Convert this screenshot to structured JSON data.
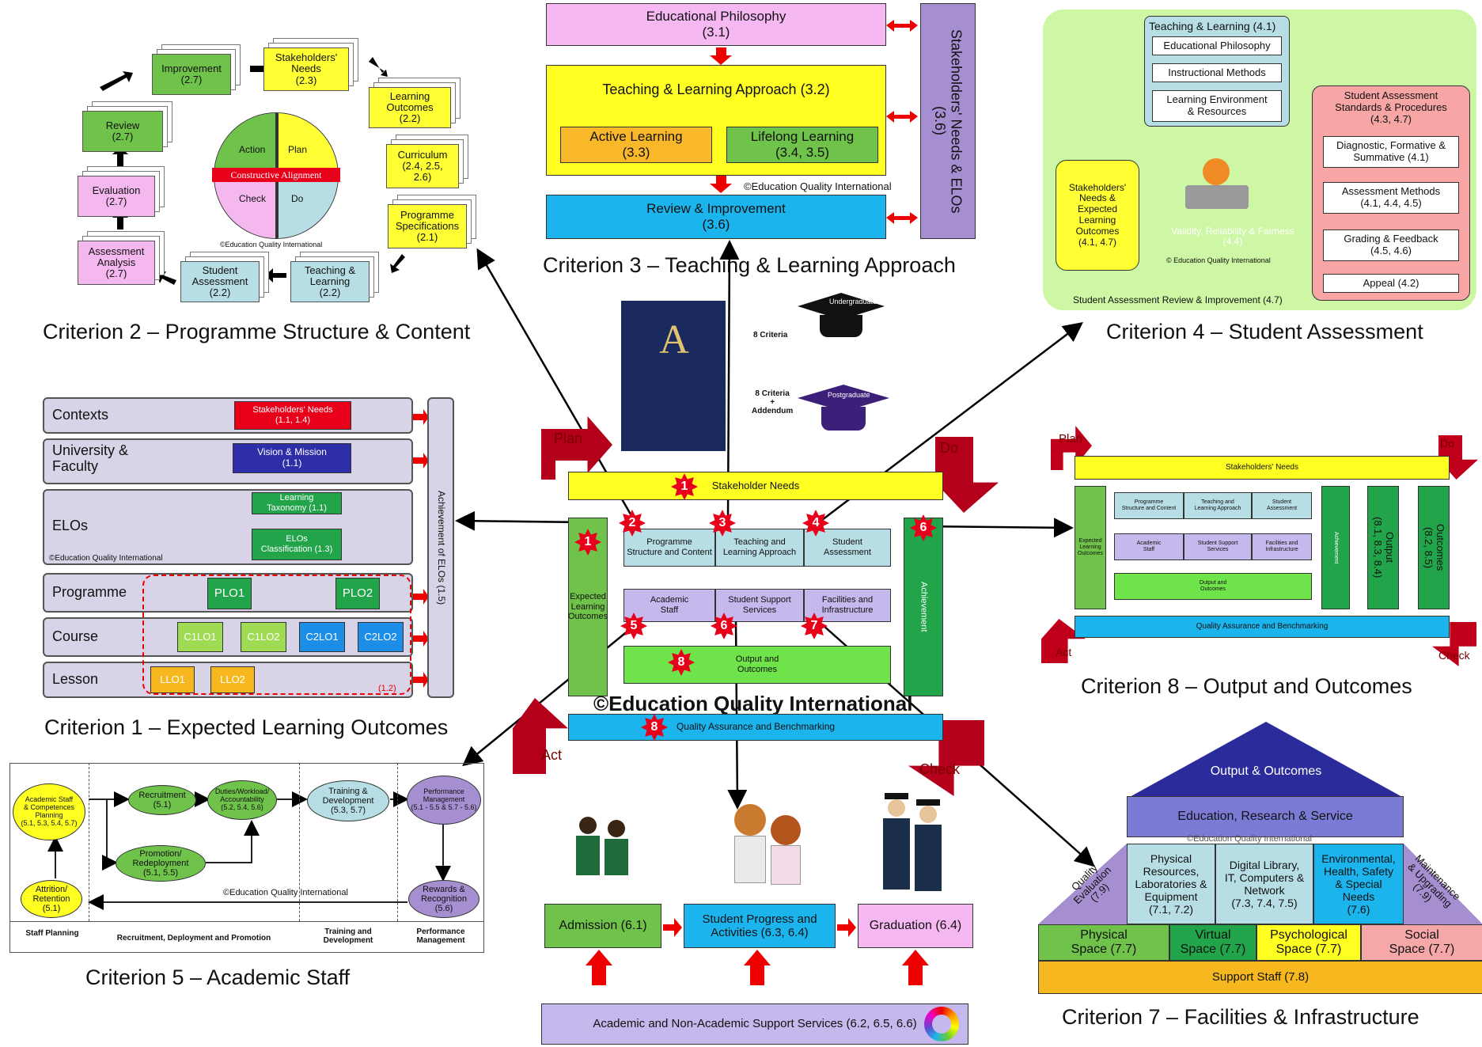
{
  "captions": {
    "c1": "Criterion 1 – Expected Learning Outcomes",
    "c2": "Criterion 2 – Programme Structure & Content",
    "c3": "Criterion 3 – Teaching & Learning Approach",
    "c4": "Criterion 4 – Student Assessment",
    "c5": "Criterion 5 – Academic Staff",
    "c7": "Criterion 7 – Facilities & Infrastructure",
    "c8": "Criterion 8 – Output and Outcomes"
  },
  "copyright": "©Education Quality International",
  "c2": {
    "improvement": "Improvement\n(2.7)",
    "stakeholders": "Stakeholders'\nNeeds\n(2.3)",
    "learning_outcomes": "Learning\nOutcomes\n(2.2)",
    "curriculum": "Curriculum\n(2.4, 2.5,\n2.6)",
    "prog_spec": "Programme\nSpecifications\n(2.1)",
    "teaching": "Teaching &\nLearning\n(2.2)",
    "student_assessment": "Student\nAssessment\n(2.2)",
    "assessment_analysis": "Assessment\nAnalysis\n(2.7)",
    "evaluation": "Evaluation\n(2.7)",
    "review": "Review\n(2.7)",
    "pdca": {
      "action": "Action",
      "plan": "Plan",
      "check": "Check",
      "do": "Do",
      "band": "Constructive Alignment"
    },
    "copyright": "©Education Quality International"
  },
  "c3": {
    "philosophy": "Educational Philosophy\n(3.1)",
    "approach": "Teaching & Learning Approach (3.2)",
    "active": "Active Learning\n(3.3)",
    "lifelong": "Lifelong Learning\n(3.4, 3.5)",
    "copyright": "©Education Quality International",
    "review": "Review & Improvement\n(3.6)",
    "stakeholders": "Stakeholders' Needs & ELOs\n(3.6)"
  },
  "c4": {
    "tl_title": "Teaching & Learning (4.1)",
    "philosophy": "Educational Philosophy",
    "methods": "Instructional Methods",
    "environment": "Learning Environment\n& Resources",
    "stakeholders": "Stakeholders'\nNeeds &\nExpected\nLearning\nOutcomes\n(4.1, 4.7)",
    "std_title": "Student Assessment\nStandards & Procedures\n(4.3, 4.7)",
    "diagnostic": "Diagnostic, Formative &\nSummative (4.1)",
    "methods2": "Assessment Methods\n(4.1, 4.4, 4.5)",
    "grading": "Grading & Feedback\n(4.5, 4.6)",
    "appeal": "Appeal (4.2)",
    "validity": "Validity, Reliability & Fairness\n(4.4)",
    "copyright": "© Education Quality International",
    "review": "Student Assessment Review & Improvement (4.7)"
  },
  "c1": {
    "rows": [
      "Contexts",
      "University &\nFaculty",
      "ELOs",
      "Programme",
      "Course",
      "Lesson"
    ],
    "stake": "Stakeholders' Needs\n(1.1, 1.4)",
    "vision": "Vision & Mission\n(1.1)",
    "taxonomy": "Learning\nTaxonomy (1.1)",
    "classification": "ELOs\nClassification (1.3)",
    "plo1": "PLO1",
    "plo2": "PLO2",
    "c1lo1": "C1LO1",
    "c1lo2": "C1LO2",
    "c2lo1": "C2LO1",
    "c2lo2": "C2LO2",
    "llo1": "LLO1",
    "llo2": "LLO2",
    "ref": "(1.2)",
    "side": "Achievement of ELOs (1.5)",
    "copyright": "©Education Quality International"
  },
  "center": {
    "undergrad_label": "Undergraduate",
    "postgrad_label": "Postgraduate",
    "eight": "8 Criteria",
    "eight_plus": "8 Criteria\n+\nAddendum",
    "plan": "Plan",
    "do": "Do",
    "check": "Check",
    "act": "Act",
    "stakeholder_needs": "Stakeholder Needs",
    "elo": "Expected\nLearning\nOutcomes",
    "achievement": "Achievement",
    "prog": "Programme\nStructure and Content",
    "tl": "Teaching and\nLearning Approach",
    "sa": "Student\nAssessment",
    "staff": "Academic\nStaff",
    "support": "Student Support\nServices",
    "facilities": "Facilities and\nInfrastructure",
    "output": "Output and\nOutcomes",
    "qa": "Quality Assurance and Benchmarking",
    "copyright": "©Education Quality International",
    "stars": [
      "1",
      "2",
      "3",
      "4",
      "5",
      "6",
      "7",
      "8",
      "6",
      "8"
    ]
  },
  "c5": {
    "planning": "Academic Staff\n& Competences\nPlanning\n(5.1, 5.3, 5.4, 5.7)",
    "recruitment": "Recruitment\n(5.1)",
    "duties": "Duties/Workload/\nAccountability\n(5.2, 5.4, 5.6)",
    "training": "Training &\nDevelopment\n(5.3, 5.7)",
    "performance": "Performance\nManagement\n(5.1 - 5.5 & 5.7 - 5.6)",
    "promotion": "Promotion/\nRedeployment\n(5.1, 5.5)",
    "attrition": "Attrition/\nRetention\n(5.1)",
    "rewards": "Rewards &\nRecognition\n(5.6)",
    "copyright": "©Education Quality International",
    "footer": [
      "Staff Planning",
      "Recruitment, Deployment and Promotion",
      "Training and\nDevelopment",
      "Performance\nManagement"
    ]
  },
  "c6": {
    "admission": "Admission (6.1)",
    "progress": "Student Progress and\nActivities (6.3, 6.4)",
    "graduation": "Graduation (6.4)",
    "support": "Academic and Non-Academic Support Services (6.2, 6.5, 6.6)"
  },
  "c7": {
    "roof": "Output & Outcomes",
    "ers": "Education, Research & Service",
    "copyright": "©Education Quality International",
    "physical_res": "Physical\nResources,\nLaboratories &\nEquipment\n(7.1, 7.2)",
    "digital": "Digital Library,\nIT, Computers &\nNetwork\n(7.3, 7.4, 7.5)",
    "environmental": "Environmental,\nHealth, Safety\n& Special\nNeeds\n(7.6)",
    "quality": "Quality\nEvaluation\n(7.9)",
    "maintenance": "Maintenance\n& Upgrading\n(7.9)",
    "physical_space": "Physical\nSpace (7.7)",
    "virtual": "Virtual\nSpace (7.7)",
    "psych": "Psychological\nSpace (7.7)",
    "social": "Social\nSpace (7.7)",
    "support": "Support Staff (7.8)"
  },
  "c8": {
    "plan": "Plan",
    "do": "Do",
    "act": "Act",
    "check": "Check",
    "stakeholders": "Stakeholders' Needs",
    "elo": "Expected\nLearning\nOutcomes",
    "prog": "Programme\nStructure and Content",
    "tl": "Teaching and\nLearning Approach",
    "sa": "Student\nAssessment",
    "staff": "Academic\nStaff",
    "support": "Student Support\nServices",
    "facilities": "Facilities and\nInfrastructure",
    "output_outcomes": "Output and\nOutcomes",
    "achievement": "Achievement",
    "output": "Output\n(8.1, 8.3, 8.4)",
    "outcomes": "Outcomes\n(8.2, 8.5)",
    "qa": "Quality Assurance and Benchmarking"
  }
}
